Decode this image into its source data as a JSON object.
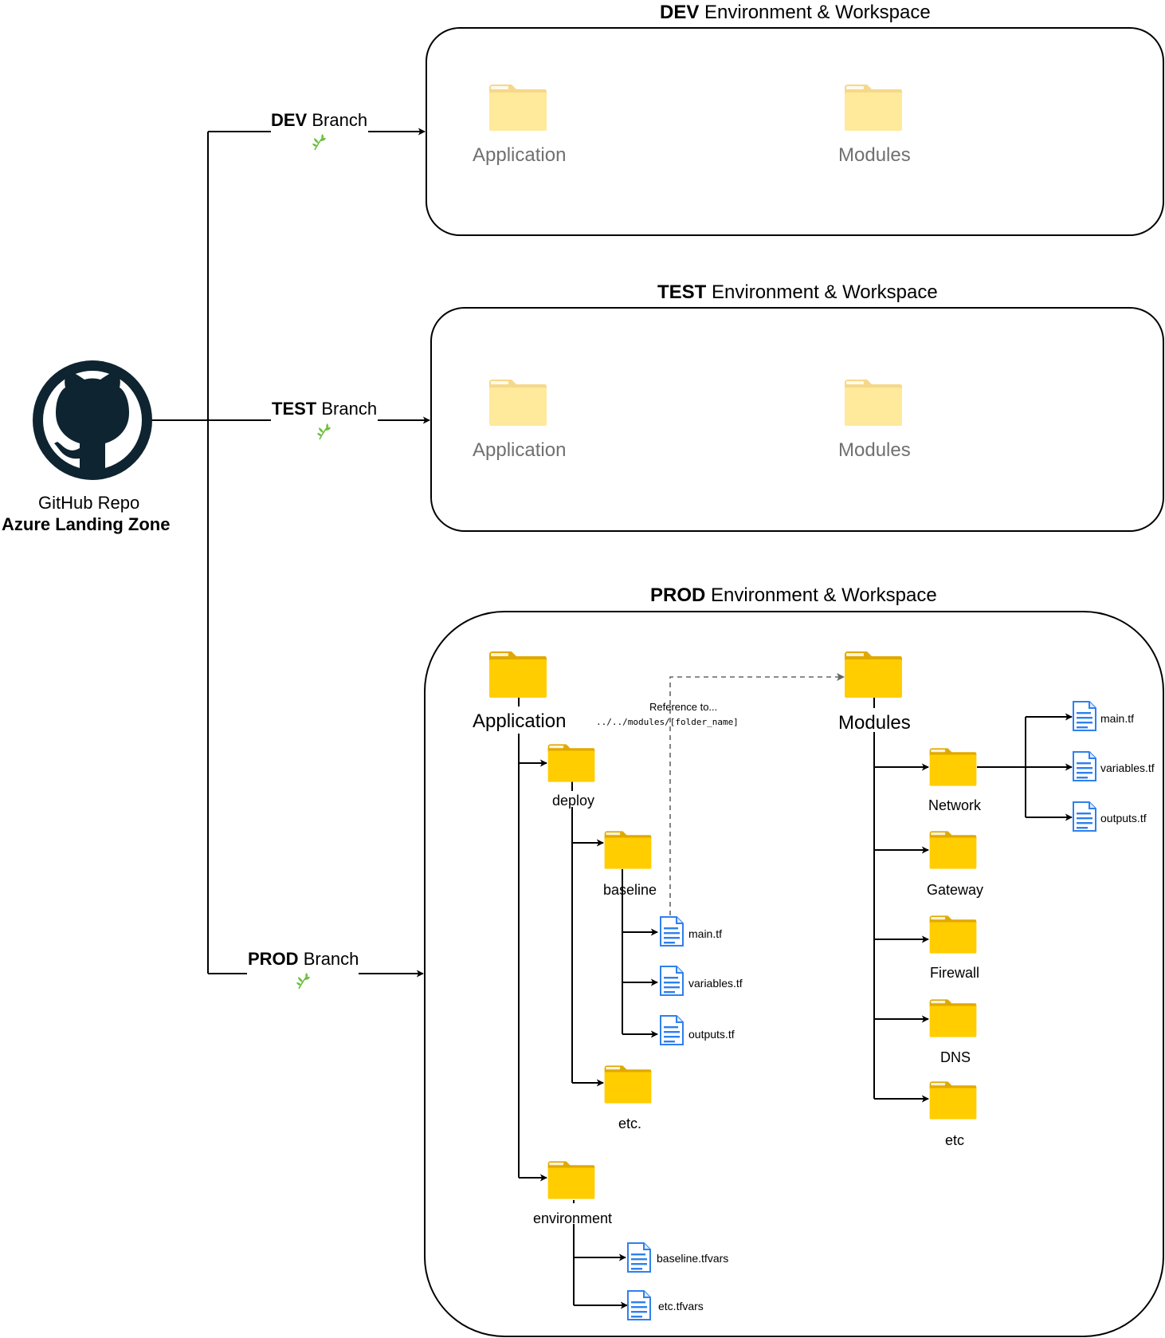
{
  "repo": {
    "line1": "GitHub Repo",
    "line2": "Azure Landing Zone",
    "icon": "github-icon"
  },
  "branches": {
    "dev": {
      "name": "DEV",
      "suffix": "Branch"
    },
    "test": {
      "name": "TEST",
      "suffix": "Branch"
    },
    "prod": {
      "name": "PROD",
      "suffix": "Branch"
    },
    "icon": "branch-sprout-icon"
  },
  "environments": {
    "dev": {
      "name": "DEV",
      "suffix": "Environment & Workspace",
      "app": "Application",
      "modules": "Modules"
    },
    "test": {
      "name": "TEST",
      "suffix": "Environment & Workspace",
      "app": "Application",
      "modules": "Modules"
    },
    "prod": {
      "name": "PROD",
      "suffix": "Environment & Workspace",
      "app": "Application",
      "modules": "Modules"
    }
  },
  "prod_tree": {
    "deploy": "deploy",
    "baseline": "baseline",
    "baseline_files": [
      "main.tf",
      "variables.tf",
      "outputs.tf"
    ],
    "etc_folder": "etc.",
    "environment": "environment",
    "environment_files": [
      "baseline.tfvars",
      "etc.tfvars"
    ],
    "reference_line1": "Reference to...",
    "reference_line2": "../../modules/[folder_name]",
    "module_folders": [
      "Network",
      "Gateway",
      "Firewall",
      "DNS",
      "etc"
    ],
    "network_files": [
      "main.tf",
      "variables.tf",
      "outputs.tf"
    ]
  },
  "colors": {
    "folder_faded": "#FFE99B",
    "folder_faded_tab": "#F5D88A",
    "folder": "#FFCD00",
    "folder_tab": "#E0A900",
    "file_blue": "#2F80ED",
    "sprout": "#6CBF3E",
    "github_dark": "#0E2430",
    "faded_text": "#707070"
  }
}
